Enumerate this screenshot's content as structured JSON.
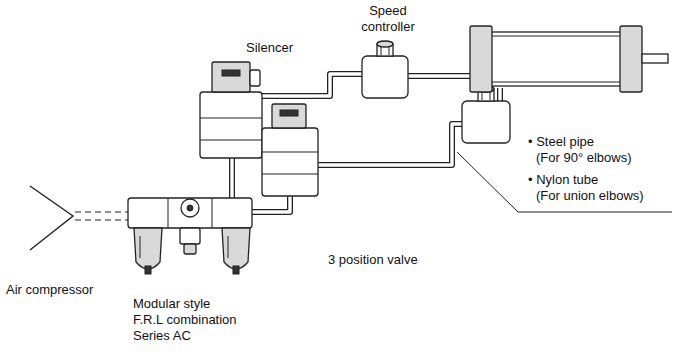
{
  "diagram": {
    "labels": [
      "Speed controller",
      "Silencer",
      "• Steel pipe (For 90° elbows)",
      "• Nylon tube (For union elbows)",
      "Air compressor",
      "3 position valve",
      "Modular style F.R.L combination Series AC"
    ]
  }
}
